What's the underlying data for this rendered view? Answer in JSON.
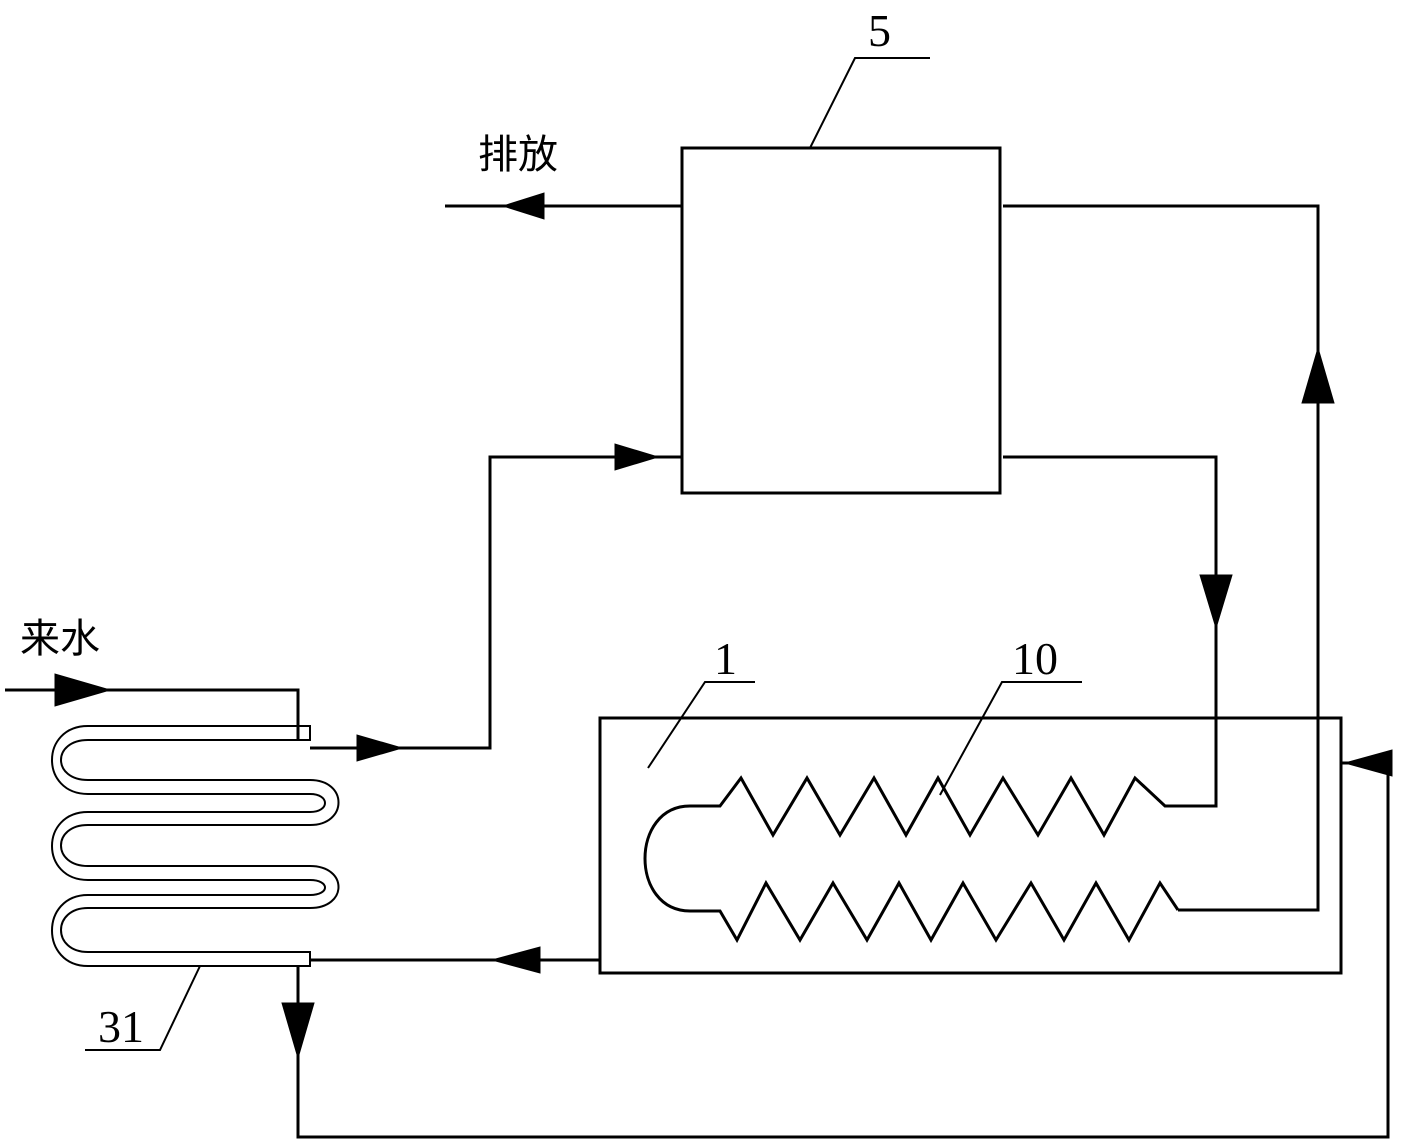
{
  "labels": {
    "exchanger": "5",
    "tank": "1",
    "coil": "10",
    "serpentine": "31",
    "discharge": "排放",
    "inlet_water": "来水"
  }
}
